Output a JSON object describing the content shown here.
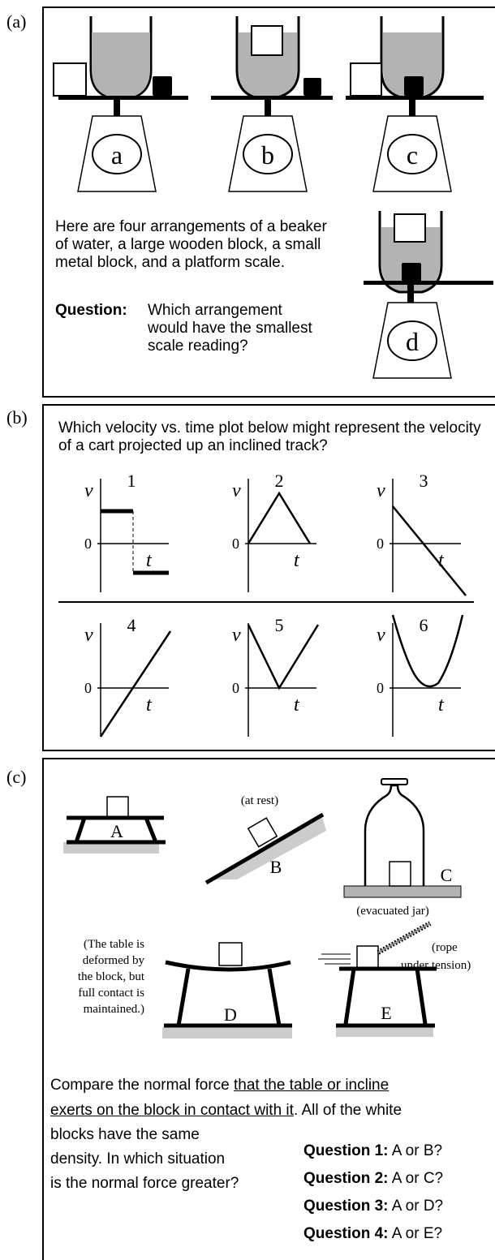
{
  "panels": {
    "a": {
      "label": "(a)",
      "scale_letters": [
        "a",
        "b",
        "c",
        "d"
      ],
      "intro": "Here are four arrangements of a beaker of water, a large wooden block, a small metal block, and a platform scale.",
      "question_label": "Question:",
      "question_text": "Which arrangement would have the smallest scale reading?"
    },
    "b": {
      "label": "(b)",
      "prompt": "Which velocity vs. time plot below might represent the velocity of a cart projected up an inclined track?",
      "plots": [
        {
          "number": "1",
          "v": "v",
          "t": "t",
          "zero": "0"
        },
        {
          "number": "2",
          "v": "v",
          "t": "t",
          "zero": "0"
        },
        {
          "number": "3",
          "v": "v",
          "t": "t",
          "zero": "0"
        },
        {
          "number": "4",
          "v": "v",
          "t": "t",
          "zero": "0"
        },
        {
          "number": "5",
          "v": "v",
          "t": "t",
          "zero": "0"
        },
        {
          "number": "6",
          "v": "v",
          "t": "t",
          "zero": "0"
        }
      ]
    },
    "c": {
      "label": "(c)",
      "at_rest": "(at rest)",
      "evacuated": "(evacuated jar)",
      "letters": [
        "A",
        "B",
        "C",
        "D",
        "E"
      ],
      "deformed_note": [
        "(The table is",
        "deformed by",
        "the block, but",
        "full contact is",
        "maintained.)"
      ],
      "rope_note": [
        "(rope",
        "under tension)"
      ],
      "compare_prefix": "Compare the normal force ",
      "compare_underlined_1": "that the table or incline",
      "compare_underlined_2": "exerts on the block in contact with it",
      "compare_suffix": ".  All of the white",
      "density_text": [
        "blocks have the same",
        "density.  In which situation",
        "is the normal force greater?"
      ],
      "questions": [
        {
          "label": "Question 1:",
          "text": "A or B?"
        },
        {
          "label": "Question 2:",
          "text": "A or C?"
        },
        {
          "label": "Question 3:",
          "text": "A or D?"
        },
        {
          "label": "Question 4:",
          "text": "A or E?"
        }
      ]
    }
  },
  "colors": {
    "water": "#b3b3b3",
    "floor": "#cccccc",
    "ink": "#000000"
  }
}
